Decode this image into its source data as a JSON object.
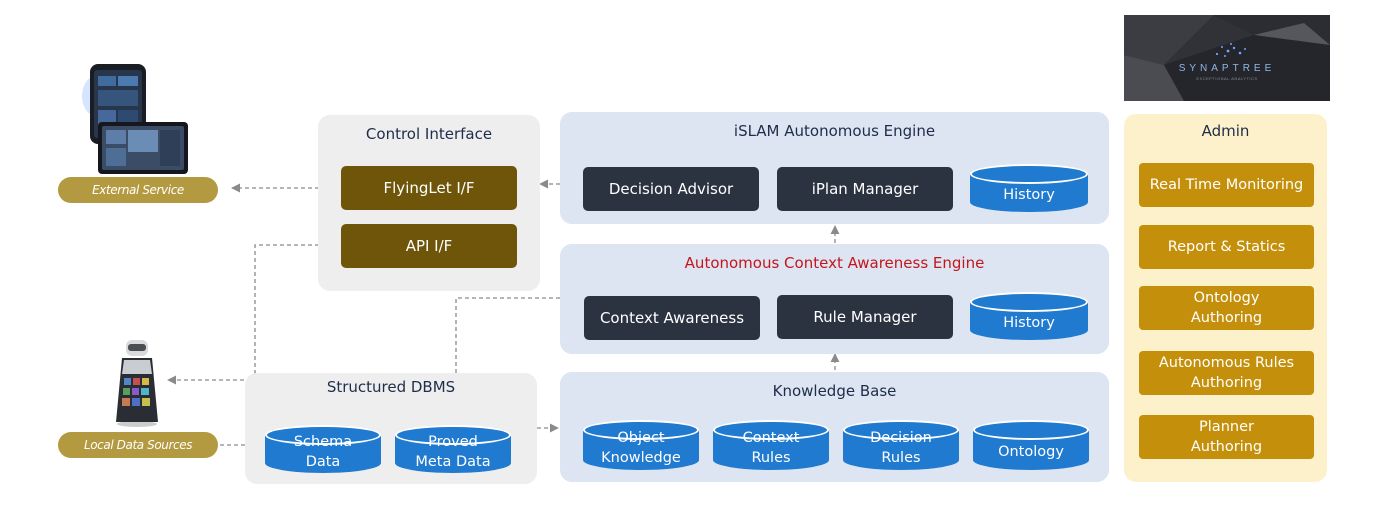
{
  "logo": {
    "name": "SYNAPTREE",
    "tagline": "EXCEPTIONAL ANALYTICS"
  },
  "external_service": {
    "label": "External Service"
  },
  "local_data_sources": {
    "label": "Local Data Sources"
  },
  "control_interface": {
    "title": "Control Interface",
    "flyinglet": "FlyingLet I/F",
    "api": "API I/F"
  },
  "structured_dbms": {
    "title": "Structured DBMS",
    "schema": "Schema\nData",
    "proved": "Proved\nMeta Data"
  },
  "islam_engine": {
    "title": "iSLAM Autonomous Engine",
    "decision_advisor": "Decision Advisor",
    "iplan_manager": "iPlan Manager",
    "history": "History"
  },
  "context_engine": {
    "title": "Autonomous Context Awareness Engine",
    "context_awareness": "Context Awareness",
    "rule_manager": "Rule Manager",
    "history": "History"
  },
  "knowledge_base": {
    "title": "Knowledge Base",
    "object_knowledge": "Object\nKnowledge",
    "context_rules": "Context\nRules",
    "decision_rules": "Decision\nRules",
    "ontology": "Ontology"
  },
  "admin": {
    "title": "Admin",
    "items": [
      "Real Time Monitoring",
      "Report & Statics",
      "Ontology\nAuthoring",
      "Autonomous Rules\nAuthoring",
      "Planner\nAuthoring"
    ]
  },
  "colors": {
    "olive": "#6f5509",
    "gold": "#c4900c",
    "pill": "#b3993f",
    "dark_box": "#2b3340",
    "cylinder": "#1f7ad0",
    "blue_panel": "#dde4f2",
    "yellow_panel": "#fdf1cc",
    "accent_red": "#c4161c"
  }
}
